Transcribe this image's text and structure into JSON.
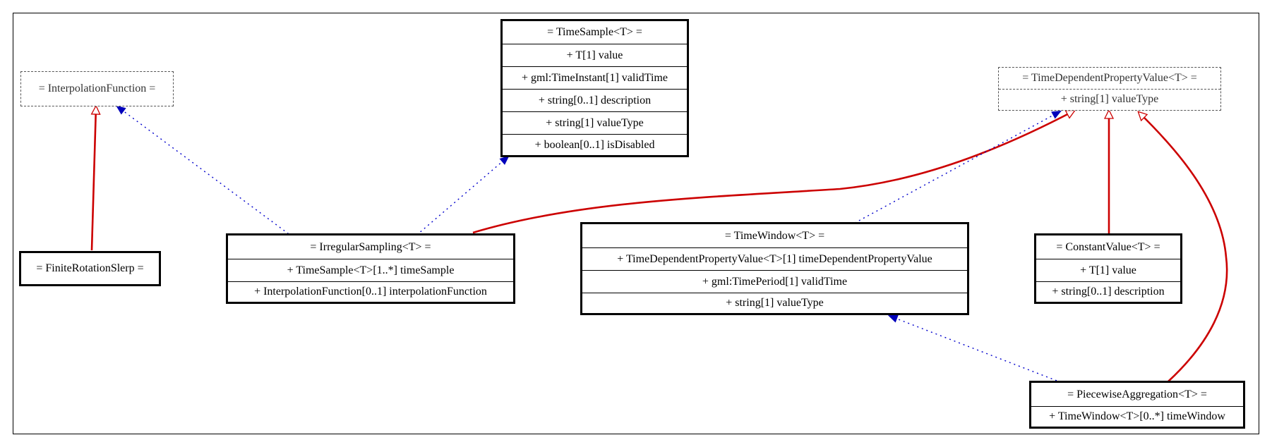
{
  "diagram": {
    "classes": {
      "time_sample": {
        "name": "= TimeSample<T> =",
        "attributes": [
          "+ T[1] value",
          "+ gml:TimeInstant[1] validTime",
          "+ string[0..1] description",
          "+ string[1] valueType",
          "+ boolean[0..1] isDisabled"
        ]
      },
      "interpolation_function": {
        "name": "= InterpolationFunction =",
        "attributes": []
      },
      "time_dependent_property_value": {
        "name": "= TimeDependentPropertyValue<T> =",
        "attributes": [
          "+ string[1] valueType"
        ]
      },
      "finite_rotation_slerp": {
        "name": "= FiniteRotationSlerp =",
        "attributes": []
      },
      "irregular_sampling": {
        "name": "= IrregularSampling<T> =",
        "attributes": [
          "+ TimeSample<T>[1..*] timeSample",
          "+ InterpolationFunction[0..1] interpolationFunction"
        ]
      },
      "time_window": {
        "name": "= TimeWindow<T> =",
        "attributes": [
          "+ TimeDependentPropertyValue<T>[1] timeDependentPropertyValue",
          "+ gml:TimePeriod[1] validTime",
          "+ string[1] valueType"
        ]
      },
      "constant_value": {
        "name": "= ConstantValue<T> =",
        "attributes": [
          "+ T[1] value",
          "+ string[0..1] description"
        ]
      },
      "piecewise_aggregation": {
        "name": "= PiecewiseAggregation<T> =",
        "attributes": [
          "+ TimeWindow<T>[0..*] timeWindow"
        ]
      }
    },
    "colors": {
      "generalization": "#cc0000",
      "association": "#0000cc"
    }
  }
}
